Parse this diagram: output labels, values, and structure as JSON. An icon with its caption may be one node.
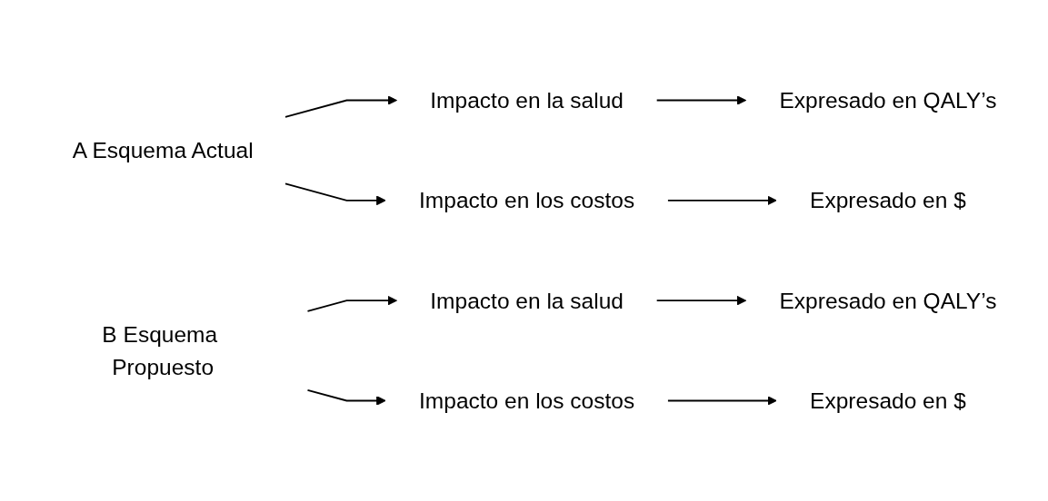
{
  "diagram": {
    "nodes": [
      {
        "text": [
          "A Esquema Actual"
        ]
      },
      {
        "text": [
          "Impacto en la salud"
        ]
      },
      {
        "text": [
          "Expresado en QALY’s"
        ]
      },
      {
        "text": [
          "Impacto en los costos"
        ]
      },
      {
        "text": [
          "Expresado en $"
        ]
      },
      {
        "text": [
          "B Esquema Propuesto"
        ]
      },
      {
        "text": [
          "Impacto en la salud"
        ]
      },
      {
        "text": [
          "Expresado en QALY’s"
        ]
      },
      {
        "text": [
          "Impacto en los costos"
        ]
      },
      {
        "text": [
          "Expresado en $"
        ]
      }
    ],
    "edges": [
      {
        "from": 0,
        "to": 1,
        "arrow": "to"
      },
      {
        "from": 1,
        "to": 2,
        "arrow": "to"
      },
      {
        "from": 0,
        "to": 3,
        "arrow": "to"
      },
      {
        "from": 3,
        "to": 4,
        "arrow": "to"
      },
      {
        "from": 5,
        "to": 6,
        "arrow": "to"
      },
      {
        "from": 6,
        "to": 7,
        "arrow": "to"
      },
      {
        "from": 5,
        "to": 8,
        "arrow": "to"
      },
      {
        "from": 8,
        "to": 9,
        "arrow": "to"
      }
    ]
  }
}
